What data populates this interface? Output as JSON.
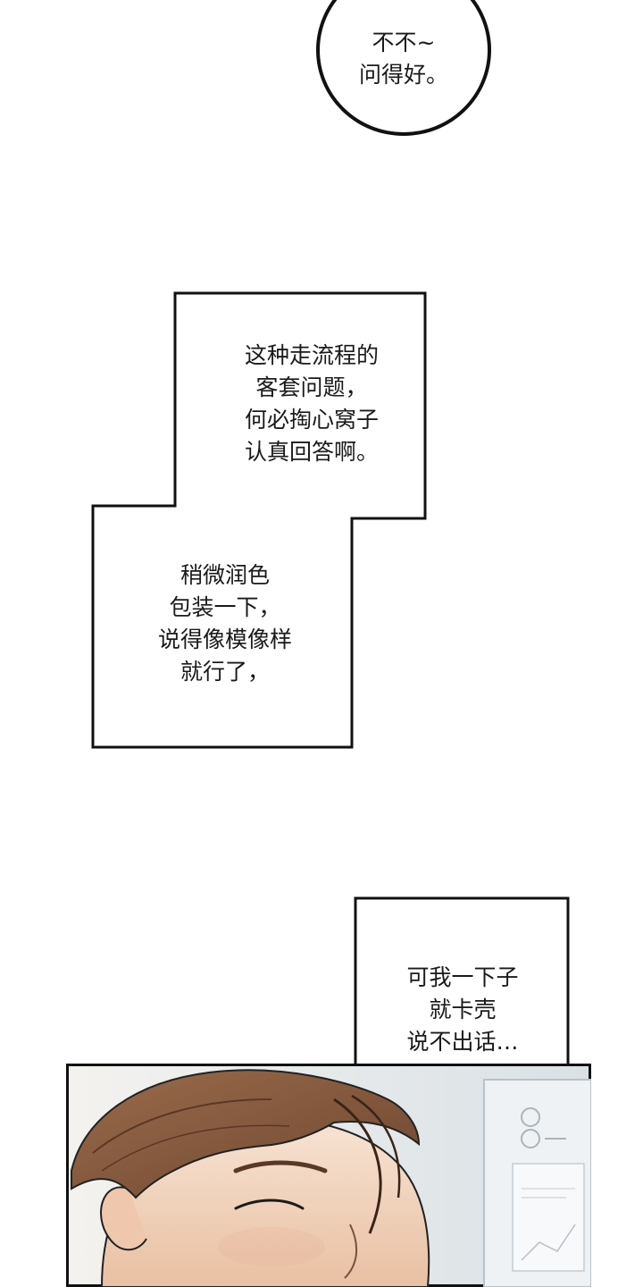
{
  "bubble_1": {
    "lines": [
      "不不~",
      "问得好。"
    ]
  },
  "caption_1": {
    "lines": [
      "这种走流程的",
      "客套问题，",
      "何必掏心窝子",
      "认真回答啊。"
    ]
  },
  "caption_2": {
    "lines": [
      "稍微润色",
      "包装一下，",
      "说得像模像样",
      "就行了，"
    ]
  },
  "caption_3": {
    "lines": [
      "可我一下子",
      "就卡壳",
      "说不出话…"
    ]
  },
  "colors": {
    "ink": "#111111",
    "paper": "#ffffff",
    "hair": "#8a5a3c",
    "skin": "#f0cfb7",
    "background_wall": "#dfe6ea"
  }
}
